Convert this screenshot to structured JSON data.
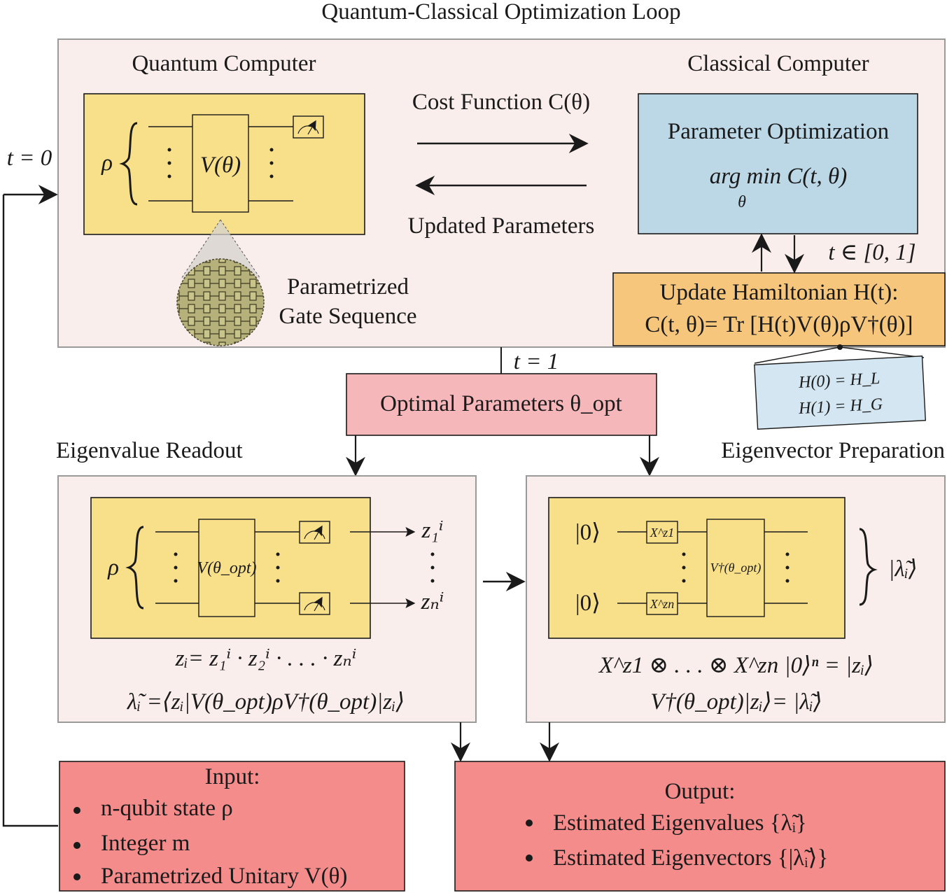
{
  "title": "Quantum-Classical Optimization Loop",
  "colors": {
    "panel_fill": "#f9eeec",
    "circuit_fill": "#f8e08a",
    "classical_fill": "#bcd7e6",
    "hamiltonian_fill": "#f5c67c",
    "optimal_fill": "#f6b7bb",
    "io_fill": "#f48c8c",
    "line": "#1a1a1a"
  },
  "top_panel": {
    "quantum_label": "Quantum Computer",
    "classical_label": "Classical Computer",
    "rho": "ρ",
    "unitary": "V(θ)",
    "cost_function": "Cost Function C(θ)",
    "updated_parameters": "Updated Parameters",
    "parameter_optimization": "Parameter Optimization",
    "argmin": "arg min C(t, θ)",
    "argmin_sub": "θ",
    "t_range": "t ∈ [0, 1]",
    "update_hamiltonian": "Update Hamiltonian H(t):",
    "cost_formula": "C(t, θ)= Tr [H(t)V(θ)ρV†(θ)]",
    "gate_sequence_line1": "Parametrized",
    "gate_sequence_line2": "Gate Sequence",
    "h0": "H(0) = H_L",
    "h1": "H(1) = H_G"
  },
  "loop": {
    "t0": "t = 0",
    "t1": "t = 1"
  },
  "optimal": {
    "label": "Optimal Parameters θ_opt"
  },
  "readout": {
    "title": "Eigenvalue Readout",
    "rho": "ρ",
    "unitary": "V(θ_opt)",
    "z1": "z₁ⁱ",
    "zn": "zₙⁱ",
    "formula1": "zᵢ= z₁ⁱ · z₂ⁱ · . . . · zₙⁱ",
    "formula2": "λ̃ᵢ =⟨zᵢ|V(θ_opt)ρV†(θ_opt)|zᵢ⟩"
  },
  "prep": {
    "title": "Eigenvector Preparation",
    "ket0_top": "|0⟩",
    "ket0_bottom": "|0⟩",
    "gate1": "X^z1",
    "gaten": "X^zn",
    "unitary": "V†(θ_opt)",
    "output_ket": "|λ̃ᵢ⟩",
    "formula1": "X^z1 ⊗ . . . ⊗ X^zn |0⟩ⁿ = |zᵢ⟩",
    "formula2": "V†(θ_opt)|zᵢ⟩= |λ̃ᵢ⟩"
  },
  "input": {
    "title": "Input:",
    "items": [
      "n-qubit state ρ",
      "Integer m",
      "Parametrized Unitary V(θ)"
    ]
  },
  "output": {
    "title": "Output:",
    "items": [
      "Estimated Eigenvalues {λ̃ᵢ}",
      "Estimated Eigenvectors {|λ̃ᵢ⟩}"
    ]
  }
}
